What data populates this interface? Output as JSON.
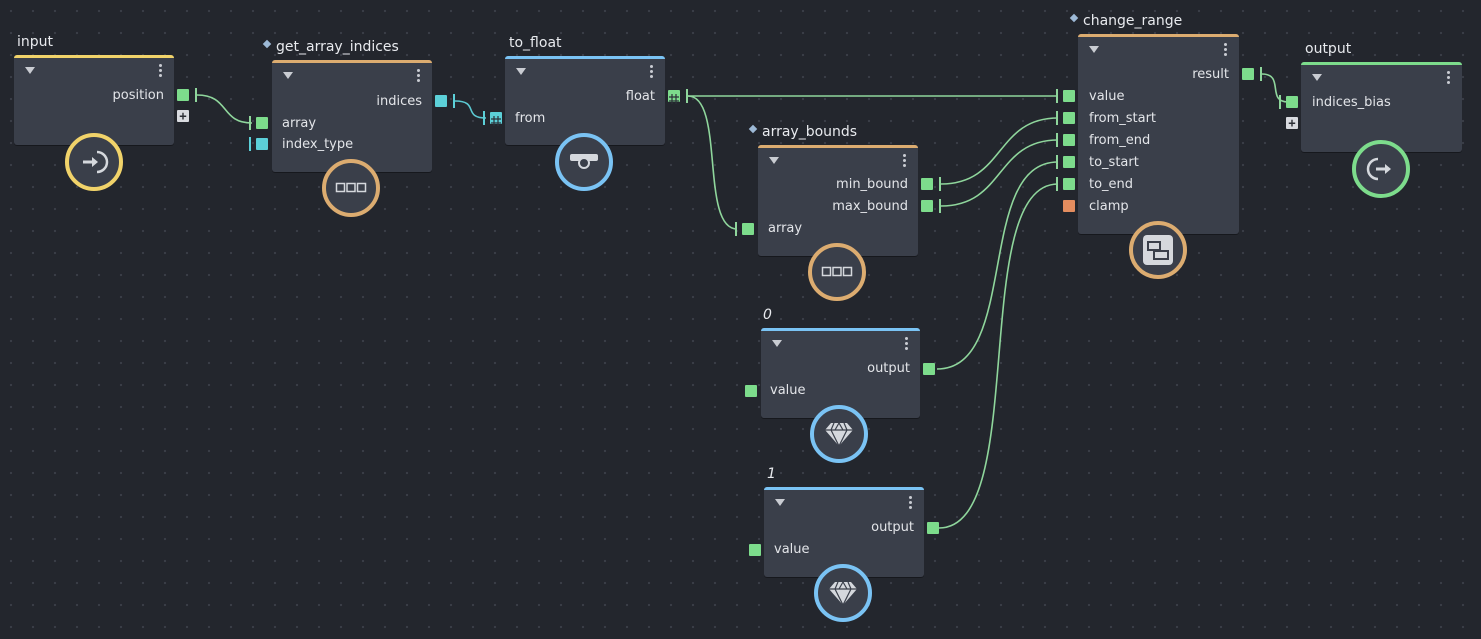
{
  "colors": {
    "background": "#23262d",
    "node_body": "#3a3f4a",
    "yellow": "#f1d36a",
    "tan": "#dcac70",
    "blue": "#7ac3f4",
    "green": "#7ddc8c",
    "cyan": "#5cd0d8",
    "orange": "#e48d5f",
    "wire_green": "#8fd69c",
    "wire_cyan": "#5cc9d2"
  },
  "nodes": {
    "input": {
      "title": "input",
      "ports": {
        "position": "position"
      },
      "icon": "arrow-in-icon"
    },
    "get_array_indices": {
      "title": "get_array_indices",
      "ports": {
        "indices": "indices",
        "array": "array",
        "index_type": "index_type"
      },
      "icon": "array-icon"
    },
    "to_float": {
      "title": "to_float",
      "ports": {
        "float": "float",
        "from": "from"
      },
      "icon": "convert-icon"
    },
    "array_bounds": {
      "title": "array_bounds",
      "ports": {
        "min_bound": "min_bound",
        "max_bound": "max_bound",
        "array": "array"
      },
      "icon": "array-icon"
    },
    "change_range": {
      "title": "change_range",
      "ports": {
        "result": "result",
        "value": "value",
        "from_start": "from_start",
        "from_end": "from_end",
        "to_start": "to_start",
        "to_end": "to_end",
        "clamp": "clamp"
      },
      "icon": "range-icon"
    },
    "output": {
      "title": "output",
      "ports": {
        "indices_bias": "indices_bias"
      },
      "icon": "arrow-out-icon"
    },
    "const0": {
      "title": "0",
      "ports": {
        "output": "output",
        "value": "value"
      },
      "icon": "gem-icon"
    },
    "const1": {
      "title": "1",
      "ports": {
        "output": "output",
        "value": "value"
      },
      "icon": "gem-icon"
    }
  }
}
